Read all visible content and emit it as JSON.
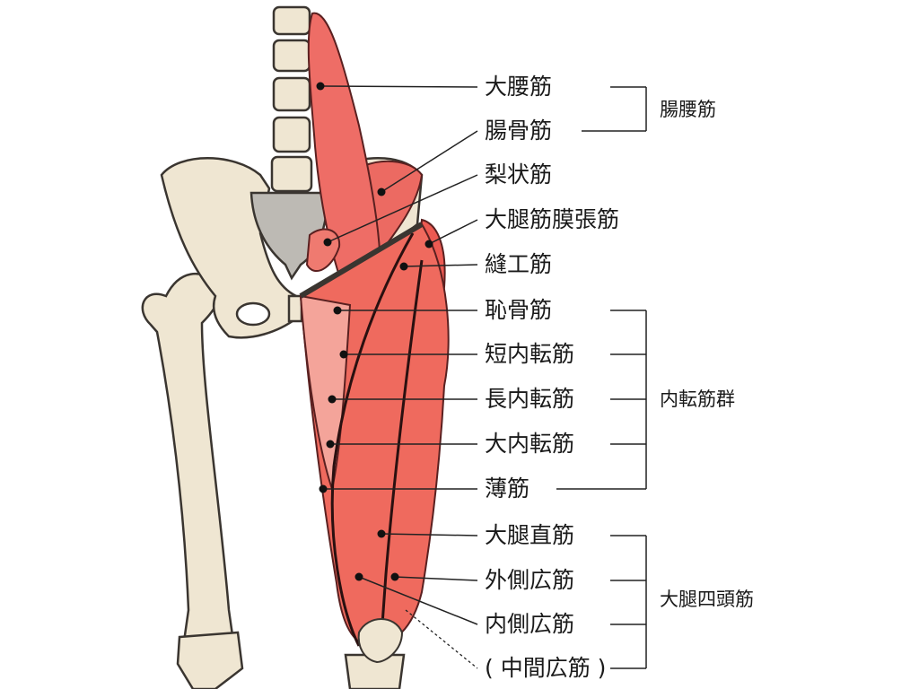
{
  "muscles": [
    {
      "id": "psoas-major",
      "label": "大腰筋"
    },
    {
      "id": "iliacus",
      "label": "腸骨筋"
    },
    {
      "id": "piriformis",
      "label": "梨状筋"
    },
    {
      "id": "tensor-fasciae-latae",
      "label": "大腿筋膜張筋"
    },
    {
      "id": "sartorius",
      "label": "縫工筋"
    },
    {
      "id": "pectineus",
      "label": "恥骨筋"
    },
    {
      "id": "adductor-brevis",
      "label": "短内転筋"
    },
    {
      "id": "adductor-longus",
      "label": "長内転筋"
    },
    {
      "id": "adductor-magnus",
      "label": "大内転筋"
    },
    {
      "id": "gracilis",
      "label": "薄筋"
    },
    {
      "id": "rectus-femoris",
      "label": "大腿直筋"
    },
    {
      "id": "vastus-lateralis",
      "label": "外側広筋"
    },
    {
      "id": "vastus-medialis",
      "label": "内側広筋"
    },
    {
      "id": "vastus-intermedius",
      "label": "( 中間広筋 )"
    }
  ],
  "groups": [
    {
      "id": "iliopsoas",
      "label": "腸腰筋"
    },
    {
      "id": "adductors",
      "label": "内転筋群"
    },
    {
      "id": "quadriceps",
      "label": "大腿四頭筋"
    }
  ],
  "colors": {
    "bone": "#efe6d2",
    "bone_stroke": "#3a3530",
    "muscle": "#ec5a52",
    "muscle_light": "#f6b0a8",
    "sacrum": "#bdbab4",
    "line": "#222222"
  }
}
